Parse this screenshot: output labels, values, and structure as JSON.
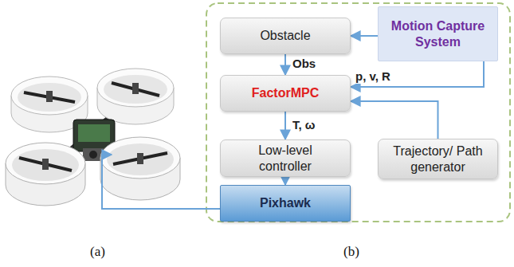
{
  "diagram": {
    "nodes": [
      {
        "text": [
          "Obstacle"
        ]
      },
      {
        "text": [
          "Motion Capture System"
        ]
      },
      {
        "text": [
          "FactorMPC"
        ]
      },
      {
        "text": [
          "Low-level controller"
        ]
      },
      {
        "text": [
          "Trajectory/ Path generator"
        ]
      },
      {
        "text": [
          "Pixhawk"
        ]
      }
    ],
    "edges": [
      {
        "from": 1,
        "to": 0,
        "arrow": "to"
      },
      {
        "from": 0,
        "to": 2,
        "label": "Obs",
        "arrow": "to"
      },
      {
        "from": 1,
        "to": 2,
        "label": "p, v, R",
        "arrow": "to"
      },
      {
        "from": 2,
        "to": 3,
        "label": "T, ω",
        "arrow": "to"
      },
      {
        "from": 4,
        "to": 2,
        "arrow": "to"
      },
      {
        "from": 3,
        "to": 5,
        "arrow": "to"
      }
    ],
    "labels": [
      "(a)",
      "(b)"
    ]
  }
}
